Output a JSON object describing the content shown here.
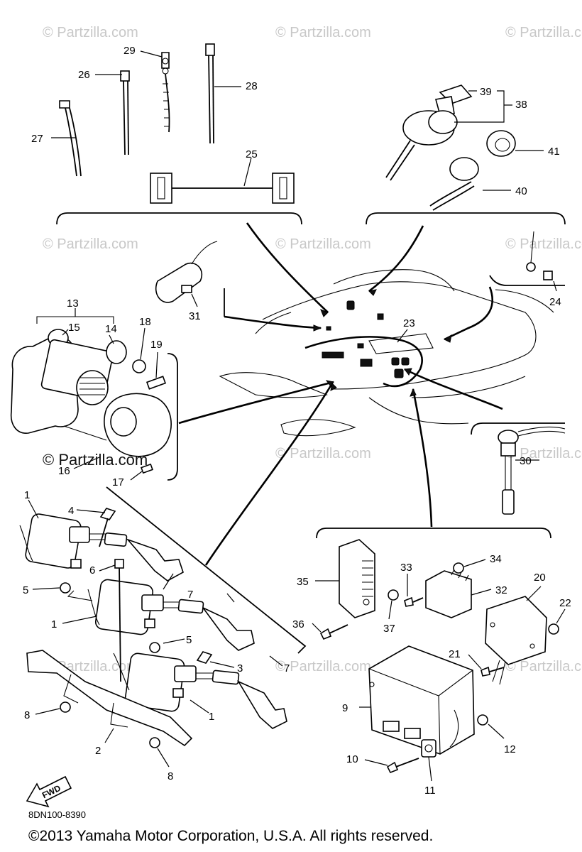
{
  "watermark": "© Partzilla.com",
  "watermark_bold": "© Partzilla.com",
  "diagram_code": "8DN100-8390",
  "copyright": "©2013 Yamaha Motor Corporation, U.S.A. All rights reserved.",
  "fwd_label": "FWD",
  "callouts": {
    "n1a": "1",
    "n1b": "1",
    "n1c": "1",
    "n2": "2",
    "n3": "3",
    "n4": "4",
    "n5a": "5",
    "n5b": "5",
    "n6": "6",
    "n7a": "7",
    "n7b": "7",
    "n8a": "8",
    "n8b": "8",
    "n9": "9",
    "n10": "10",
    "n11": "11",
    "n12": "12",
    "n13": "13",
    "n14": "14",
    "n15": "15",
    "n16": "16",
    "n17": "17",
    "n18": "18",
    "n19": "19",
    "n20": "20",
    "n21": "21",
    "n22": "22",
    "n23": "23",
    "n24": "24",
    "n25": "25",
    "n26": "26",
    "n27": "27",
    "n28": "28",
    "n29": "29",
    "n30": "30",
    "n31": "31",
    "n32": "32",
    "n33": "33",
    "n34": "34",
    "n35": "35",
    "n36": "36",
    "n37": "37",
    "n38": "38",
    "n39": "39",
    "n40": "40",
    "n41": "41"
  }
}
